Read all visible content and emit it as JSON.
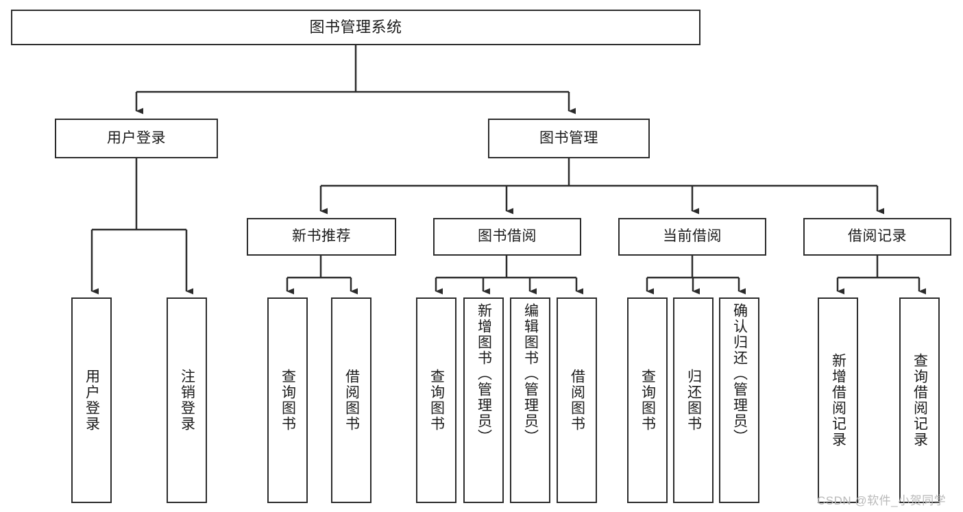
{
  "diagram": {
    "title": "图书管理系统",
    "type": "tree-hierarchy-chart",
    "colors": {
      "stroke": "#2b2b2b",
      "fill": "#ffffff",
      "text": "#1a1a1a",
      "watermark": "#b9b9b9"
    },
    "watermark": "CSDN @软件_小贺同学",
    "nodes": {
      "root": {
        "label": "图书管理系统"
      },
      "level1": [
        {
          "label": "用户登录"
        },
        {
          "label": "图书管理"
        }
      ],
      "level2": [
        {
          "label": "新书推荐"
        },
        {
          "label": "图书借阅"
        },
        {
          "label": "当前借阅"
        },
        {
          "label": "借阅记录"
        }
      ],
      "leaves": {
        "user_login": [
          {
            "label": "用户登录"
          },
          {
            "label": "注销登录"
          }
        ],
        "new_book_recommend": [
          {
            "label": "查询图书"
          },
          {
            "label": "借阅图书"
          }
        ],
        "book_borrow": [
          {
            "label": "查询图书"
          },
          {
            "label": "新增图书（管理员）"
          },
          {
            "label": "编辑图书（管理员）"
          },
          {
            "label": "借阅图书"
          }
        ],
        "current_borrow": [
          {
            "label": "查询图书"
          },
          {
            "label": "归还图书"
          },
          {
            "label": "确认归还（管理员）"
          }
        ],
        "borrow_record": [
          {
            "label": "新增借阅记录"
          },
          {
            "label": "查询借阅记录"
          }
        ]
      }
    }
  }
}
